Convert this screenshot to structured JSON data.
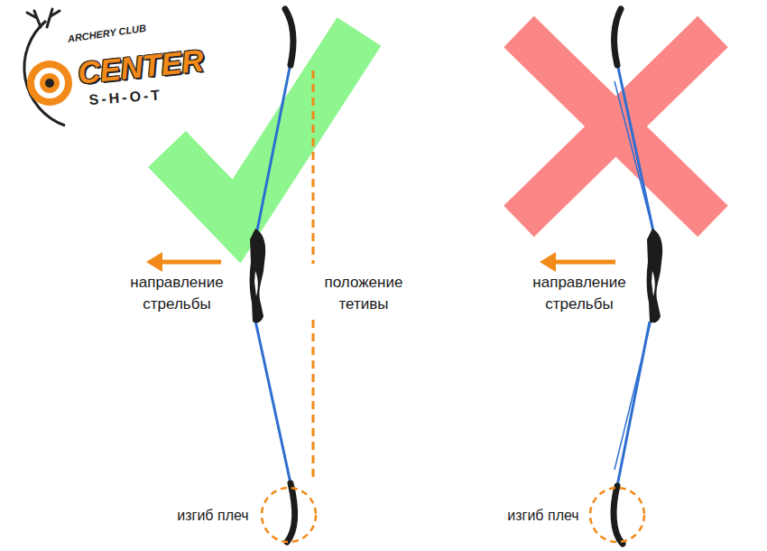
{
  "diagram": {
    "labels": [
      "ARCHERY CLUB",
      "CENTER",
      "S-H-O-T",
      "направление стрельбы",
      "положение тетивы",
      "изгиб плеч",
      "направление стрельбы",
      "изгиб плеч"
    ]
  }
}
